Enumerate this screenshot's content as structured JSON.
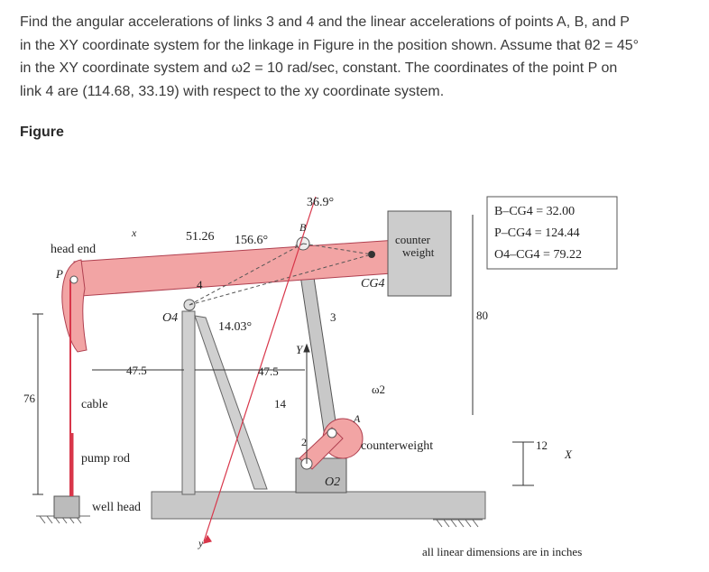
{
  "problem": {
    "lines": [
      "Find the angular accelerations of links 3 and 4 and the linear accelerations of points A, B, and P",
      "in the XY coordinate system for the linkage in Figure in the position shown. Assume that θ2 = 45°",
      "in the XY coordinate system and ω2 = 10 rad/sec, constant. The coordinates of the point P on",
      "link 4 are (114.68, 33.19) with respect to the xy coordinate system."
    ]
  },
  "figure_heading": "Figure",
  "figure": {
    "labels": {
      "head_end": "head end",
      "P": "P",
      "x": "x",
      "len_5126": "51.26",
      "ang_1566": "156.6°",
      "ang_369": "36.9°",
      "B": "B",
      "counter": "counter",
      "weight": "weight",
      "CG4": "CG4",
      "link4": "4",
      "O4": "O4",
      "ang_1403": "14.03°",
      "link3": "3",
      "Y": "Y",
      "d_475_left": "47.5",
      "d_475_right": "47.5",
      "d_14": "14",
      "omega2": "ω2",
      "A": "A",
      "link2": "2",
      "O2": "O2",
      "counterweight": "counterweight",
      "d_76": "76",
      "cable": "cable",
      "pump_rod": "pump rod",
      "well_head": "well head",
      "d_80": "80",
      "d_12": "12",
      "X": "X",
      "y": "y",
      "dims1": "B–CG4 = 32.00",
      "dims2": "P–CG4 = 124.44",
      "dims3": "O4–CG4 = 79.22",
      "footnote": "all linear dimensions are in inches"
    },
    "colors": {
      "beam": "#f2a4a4",
      "red": "#d8364a",
      "frame": "#c8c8c8",
      "dark": "#555555"
    }
  }
}
